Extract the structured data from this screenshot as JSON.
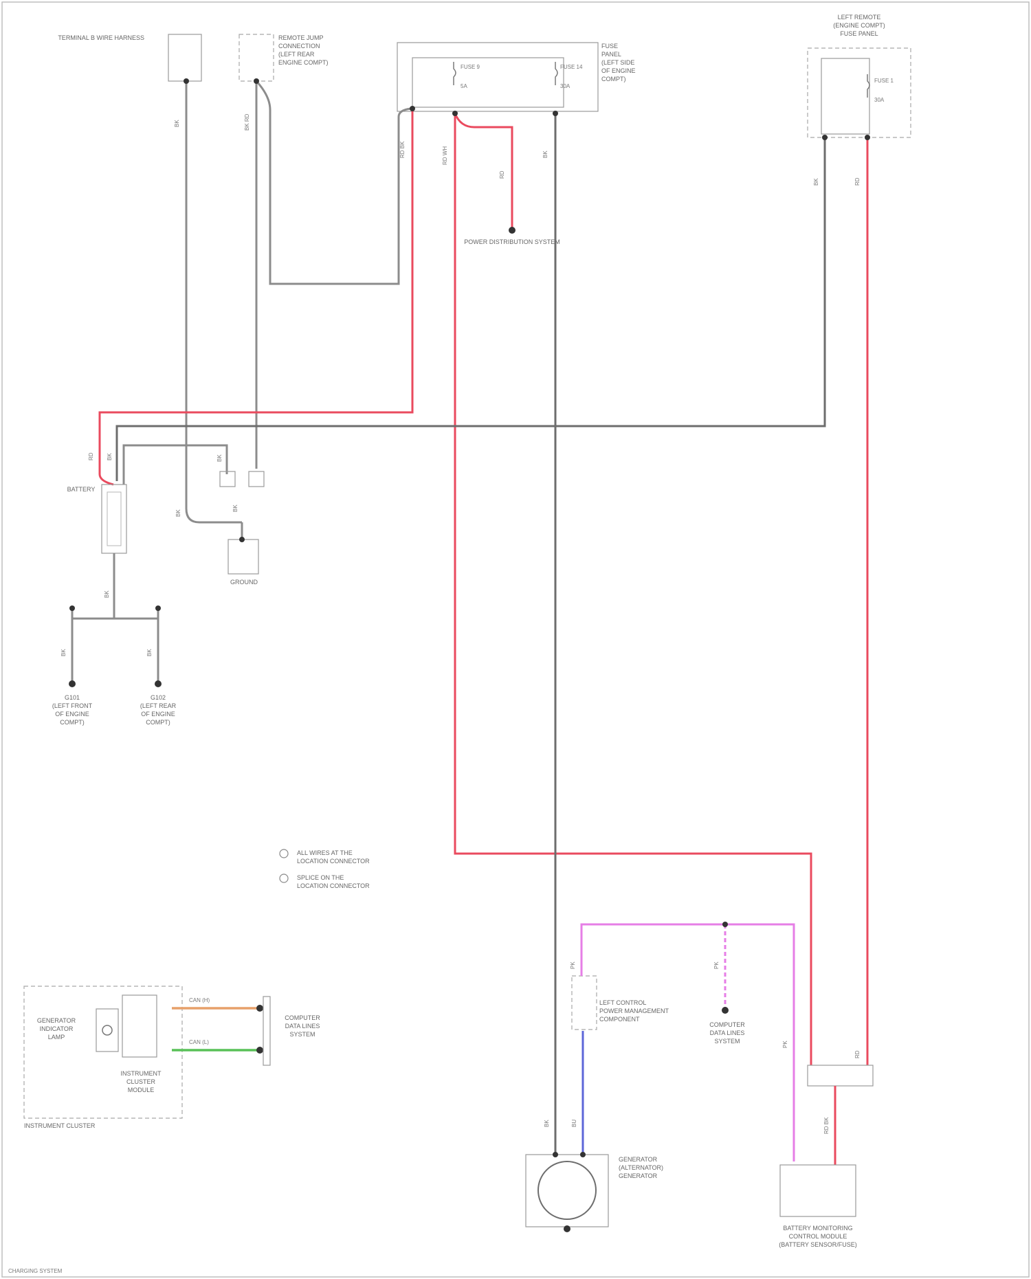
{
  "diagram": {
    "components": {
      "c1": "TERMINAL B WIRE HARNESS",
      "c2": [
        "REMOTE JUMP",
        "CONNECTION",
        "(LEFT REAR",
        "ENGINE COMPT)"
      ],
      "c3": [
        "FUSE",
        "PANEL",
        "(LEFT SIDE",
        "OF ENGINE",
        "COMPT)"
      ],
      "c3_fuses": [
        "FUSE 9",
        "5A",
        "FUSE 14",
        "30A"
      ],
      "c4": [
        "LEFT REMOTE",
        "(ENGINE COMPT)",
        "FUSE PANEL"
      ],
      "c4_fuse": [
        "FUSE 1",
        "30A"
      ],
      "c5": "POWER DISTRIBUTION SYSTEM",
      "battery": "BATTERY",
      "ground_block": "GROUND",
      "g1": [
        "G101",
        "(LEFT FRONT",
        "OF ENGINE",
        "COMPT)"
      ],
      "g2": [
        "G102",
        "(LEFT REAR",
        "OF ENGINE",
        "COMPT)"
      ],
      "generator": [
        "GENERATOR",
        "(ALTERNATOR)",
        "GENERATOR"
      ],
      "voltage_reg": [
        "LEFT CONTROL",
        "POWER MANAGEMENT",
        "COMPONENT"
      ],
      "ccm": [
        "COMPUTER",
        "DATA LINES",
        "SYSTEM"
      ],
      "bms": [
        "BATTERY MONITORING",
        "CONTROL MODULE",
        "(BATTERY SENSOR/FUSE)"
      ],
      "ipc_box": "INSTRUMENT CLUSTER",
      "ipc_lamp": [
        "GENERATOR",
        "INDICATOR",
        "LAMP"
      ],
      "ipc_module": [
        "INSTRUMENT",
        "CLUSTER",
        "MODULE"
      ],
      "ipc_right": [
        "COMPUTER",
        "DATA LINES",
        "SYSTEM"
      ],
      "ccm2": [
        "COMPUTER",
        "DATA LINES",
        "SYSTEM"
      ]
    },
    "wire_labels": {
      "w_c1": "BK",
      "w_c2": "BK RD",
      "w_c3a": "RD BK",
      "w_c3b": "RD",
      "w_c3c": "RD WH",
      "w_c3d": "BK",
      "w_c4a": "BK",
      "w_c4b": "RD",
      "w_bat1": "RD",
      "w_bat2": "BK",
      "w_bat3": "BK",
      "w_gnd1": "BK",
      "w_gnd2": "BK",
      "w_bot": "BK",
      "w_g1": "BK",
      "w_g2": "BK",
      "w_gen1": "BK",
      "w_gen2": "BU",
      "w_pk1": "PK",
      "w_pk2": "PK",
      "w_pk3": "PK",
      "w_rd": "RD",
      "w_bms": "RD BK",
      "can_h": "CAN (H)",
      "can_l": "CAN (L)"
    },
    "legend": [
      "ALL WIRES AT THE",
      "LOCATION CONNECTOR",
      "SPLICE ON THE",
      "LOCATION CONNECTOR"
    ],
    "footer": "CHARGING SYSTEM",
    "colors": {
      "red": "#ea4a5e",
      "pink": "#e67ee6",
      "gray": "#8c8c8c",
      "blue": "#5c66d8",
      "orange": "#e7a06a",
      "green": "#58c157"
    }
  }
}
